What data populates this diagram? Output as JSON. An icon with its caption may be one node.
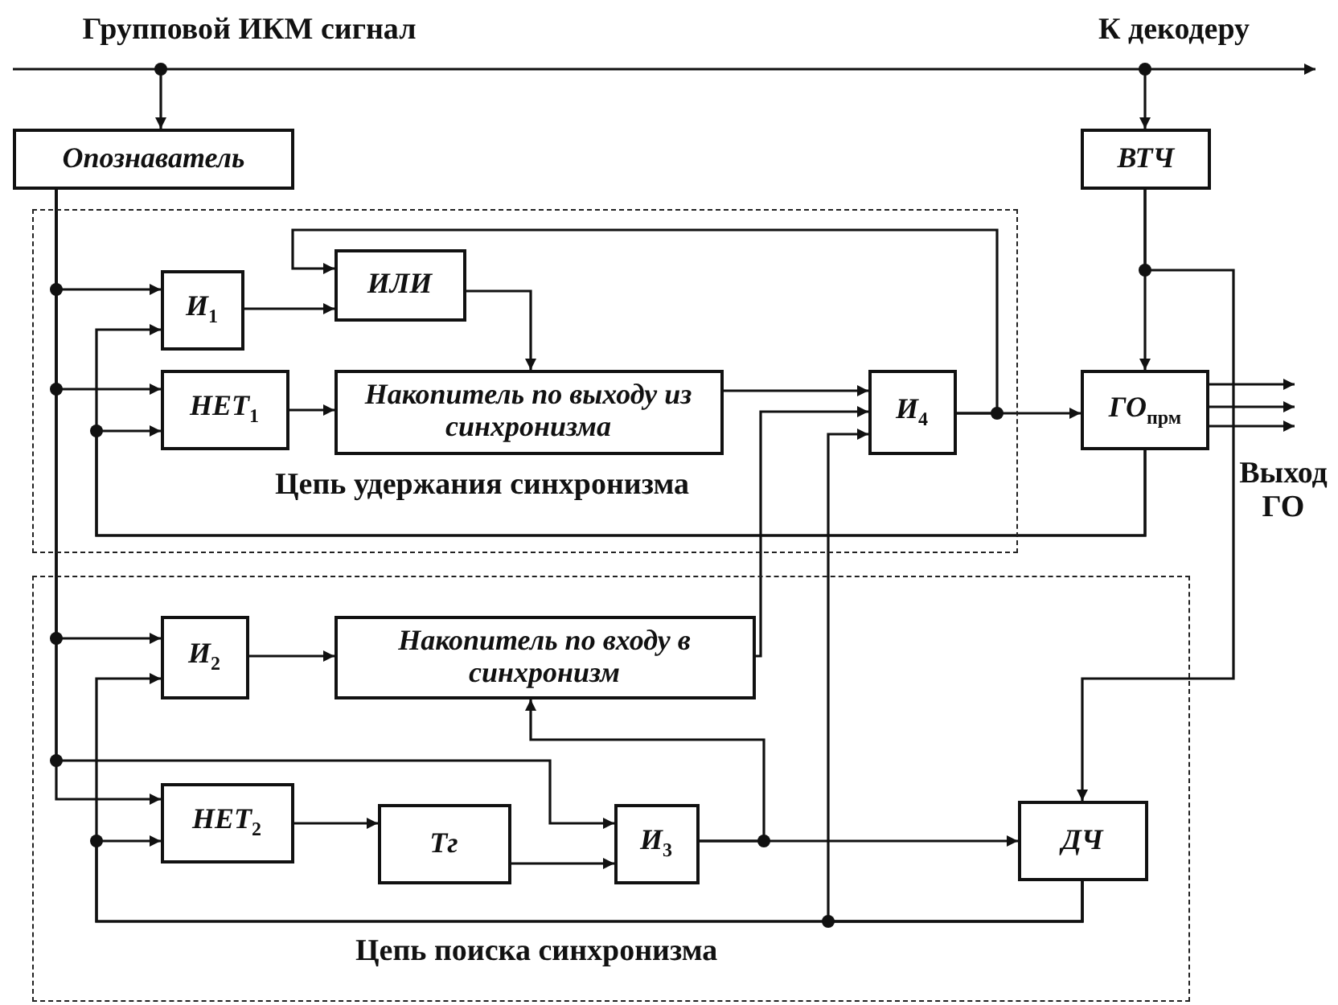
{
  "diagram": {
    "nodes": [
      {
        "text": [
          "Опознаватель"
        ]
      },
      {
        "text": [
          "ВТЧ"
        ]
      },
      {
        "text": [
          "Цепь удержания синхронизма"
        ]
      },
      {
        "text": [
          "И$_{1}$"
        ],
        "in": 2
      },
      {
        "text": [
          "ИЛИ"
        ],
        "in": 2
      },
      {
        "text": [
          "НЕТ$_{1}$"
        ],
        "in": 2
      },
      {
        "text": [
          "Накопитель по выходу из синхронизма"
        ],
        "in": 2
      },
      {
        "text": [
          "И$_{4}$"
        ],
        "in": 2
      },
      {
        "text": [
          "ГО$_{прм}$"
        ]
      },
      {
        "text": [
          "Цепь поиска синхронизма"
        ]
      },
      {
        "text": [
          "И$_{2}$"
        ],
        "in": 9
      },
      {
        "text": [
          "Накопитель по входу в синхронизм"
        ],
        "in": 9
      },
      {
        "text": [
          "НЕТ$_{2}$"
        ],
        "in": 9
      },
      {
        "text": [
          "Тг"
        ],
        "in": 9
      },
      {
        "text": [
          "И$_{3}$"
        ],
        "in": 9
      },
      {
        "text": [
          "ДЧ"
        ],
        "in": 9
      },
      {
        "text": [
          "Групповой ИКМ сигнал"
        ]
      },
      {
        "text": [
          "К декодеру"
        ]
      }
    ],
    "edges": [
      {
        "from": 16,
        "to": 0,
        "arrow": "to"
      },
      {
        "from": 17,
        "to": 1,
        "arrow": "to"
      },
      {
        "from": 0,
        "to": 3,
        "arrow": "to"
      },
      {
        "from": 0,
        "to": 5,
        "arrow": "to"
      },
      {
        "from": 0,
        "to": 10,
        "arrow": "to"
      },
      {
        "from": 0,
        "to": 14,
        "arrow": "to"
      },
      {
        "from": 0,
        "to": 12,
        "arrow": "to"
      },
      {
        "from": 8,
        "to": 3,
        "arrow": "to"
      },
      {
        "from": 8,
        "to": 5,
        "arrow": "to"
      },
      {
        "from": 3,
        "to": 4,
        "arrow": "to"
      },
      {
        "from": 4,
        "to": 6,
        "arrow": "to"
      },
      {
        "from": 5,
        "to": 6,
        "arrow": "to"
      },
      {
        "from": 6,
        "to": 7,
        "arrow": "to"
      },
      {
        "from": 11,
        "to": 7,
        "arrow": "to"
      },
      {
        "from": 15,
        "to": 7,
        "arrow": "to"
      },
      {
        "from": 7,
        "to": 8,
        "arrow": "to"
      },
      {
        "from": 7,
        "to": 4,
        "arrow": "to"
      },
      {
        "from": 1,
        "to": 8,
        "arrow": "to"
      },
      {
        "from": 1,
        "to": 15,
        "arrow": "to"
      },
      {
        "from": 8,
        "to": null,
        "arrow": "to"
      },
      {
        "from": 8,
        "to": null,
        "arrow": "to"
      },
      {
        "from": 8,
        "to": null,
        "arrow": "to"
      },
      {
        "from": 10,
        "to": 11,
        "arrow": "to"
      },
      {
        "from": 12,
        "to": 13,
        "arrow": "to"
      },
      {
        "from": 13,
        "to": 14,
        "arrow": "to"
      },
      {
        "from": 14,
        "to": 15,
        "arrow": "to"
      },
      {
        "from": 14,
        "to": 11,
        "arrow": "to"
      },
      {
        "from": 15,
        "to": 10,
        "arrow": "to"
      },
      {
        "from": 15,
        "to": 12,
        "arrow": "to"
      }
    ],
    "labels": [
      "Выход ГО"
    ]
  }
}
